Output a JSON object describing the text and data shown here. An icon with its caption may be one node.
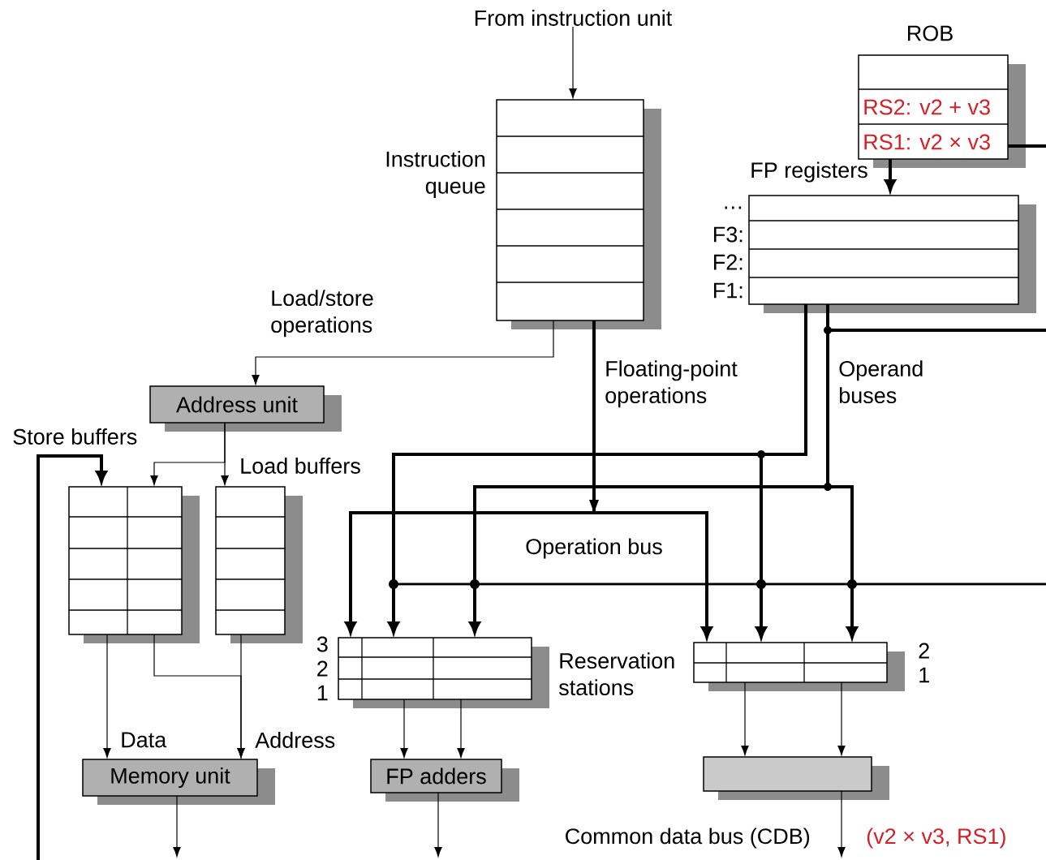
{
  "diagram": {
    "nodes": [
      {
        "text": [
          "From instruction unit"
        ]
      },
      {
        "text": [
          "Instruction queue"
        ]
      },
      {
        "text": [
          "ROB",
          "RS2: v2 + v3",
          "RS1: v2 × v3"
        ]
      },
      {
        "text": [
          "FP registers",
          "…",
          "F3:",
          "F2:",
          "F1:"
        ]
      },
      {
        "text": [
          "Address unit"
        ]
      },
      {
        "text": [
          "Store buffers"
        ]
      },
      {
        "text": [
          "Load buffers"
        ]
      },
      {
        "text": [
          "3",
          "2",
          "1"
        ]
      },
      {
        "text": [
          "2",
          "1"
        ]
      },
      {
        "text": [
          "FP adders"
        ]
      },
      {
        "text": [],
        "shape": "box"
      },
      {
        "text": [
          "Memory unit"
        ]
      }
    ],
    "edges": [
      {
        "from": 0,
        "to": 1,
        "arrow": "to"
      },
      {
        "from": 1,
        "to": 4,
        "arrow": "to",
        "label": "Load/store operations"
      },
      {
        "from": 1,
        "to": 7,
        "arrow": "to",
        "label": "Floating-point operations",
        "style": "thick"
      },
      {
        "from": 1,
        "to": 8,
        "arrow": "to",
        "style": "thick"
      },
      {
        "from": 3,
        "to": 7,
        "arrow": "to",
        "style": "thick"
      },
      {
        "from": 3,
        "to": 8,
        "arrow": "to",
        "style": "thick"
      },
      {
        "from": 3,
        "to": 7,
        "arrow": "to",
        "style": "thick"
      },
      {
        "from": 3,
        "to": 8,
        "arrow": "to",
        "style": "thick"
      },
      {
        "from": 3,
        "to": null,
        "arrow": "none",
        "style": "thick"
      },
      {
        "from": 2,
        "to": 3,
        "arrow": "to",
        "style": "thick"
      },
      {
        "from": 2,
        "to": null,
        "arrow": "none",
        "style": "thick"
      },
      {
        "from": 4,
        "to": 5,
        "arrow": "to"
      },
      {
        "from": 4,
        "to": 6,
        "arrow": "to"
      },
      {
        "from": null,
        "to": 5,
        "arrow": "to",
        "style": "thick"
      },
      {
        "from": 5,
        "to": 11,
        "arrow": "to",
        "label": "Data"
      },
      {
        "from": 5,
        "to": 11,
        "arrow": "to"
      },
      {
        "from": 6,
        "to": 11,
        "arrow": "to",
        "label": "Address"
      },
      {
        "from": 7,
        "to": 9,
        "arrow": "to"
      },
      {
        "from": 7,
        "to": 9,
        "arrow": "to"
      },
      {
        "from": 8,
        "to": 10,
        "arrow": "to"
      },
      {
        "from": 8,
        "to": 10,
        "arrow": "to"
      },
      {
        "from": 11,
        "to": null,
        "arrow": "to"
      },
      {
        "from": 9,
        "to": null,
        "arrow": "to"
      },
      {
        "from": 10,
        "to": null,
        "arrow": "to"
      }
    ],
    "labels": [
      "Operation bus",
      "Operand buses",
      "Reservation stations",
      "Common data bus (CDB)",
      "(v2 × v3, RS1)"
    ]
  }
}
